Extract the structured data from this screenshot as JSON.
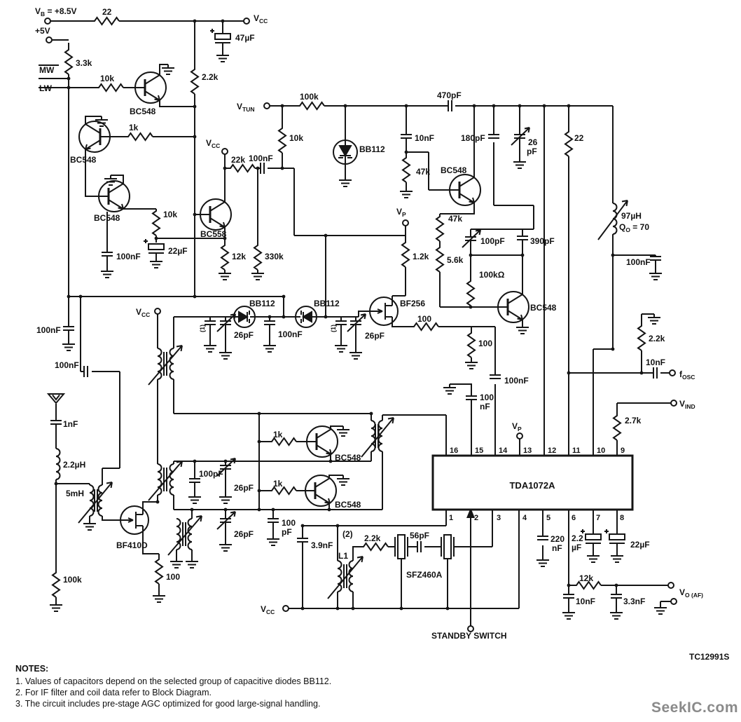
{
  "drawing": {
    "id": "TC12991S",
    "watermark": "SeekIC.com"
  },
  "notes": {
    "heading": "NOTES:",
    "items": [
      "1. Values of capacitors depend on the selected group of capacitive diodes BB112.",
      "2. For IF filter and coil data refer to Block Diagram.",
      "3. The circuit includes pre-stage AGC optimized for good large-signal handling."
    ]
  },
  "ic": {
    "name": "TDA1072A",
    "pins_top": [
      "16",
      "15",
      "14",
      "13",
      "12",
      "11",
      "10",
      "9"
    ],
    "pins_bottom": [
      "1",
      "2",
      "3",
      "4",
      "5",
      "6",
      "7",
      "8"
    ]
  },
  "terminals": {
    "vb": {
      "base": "V",
      "sub": "B",
      "rest": " = +8.5V"
    },
    "plus5": "+5V",
    "mw": "MW",
    "lw": "LW",
    "vcc": {
      "base": "V",
      "sub": "CC"
    },
    "vtun": {
      "base": "V",
      "sub": "TUN"
    },
    "vp": {
      "base": "V",
      "sub": "P"
    },
    "fosc": {
      "base": "f",
      "sub": "OSC"
    },
    "vind": {
      "base": "V",
      "sub": "IND"
    },
    "voaf": {
      "base": "V",
      "sub": "O (AF)"
    },
    "standby": "STANDBY SWITCH"
  },
  "parts": {
    "r22_top": "22",
    "c47u": "47µF",
    "r3k3": "3.3k",
    "r10k_a": "10k",
    "q1": "BC548",
    "r2k2_a": "2.2k",
    "r1k_a": "1k",
    "q2": "BC548",
    "q3": "BC548",
    "r10k_b": "10k",
    "c100n_a": "100nF",
    "c22u_a": "22µF",
    "q4": "BC558",
    "r12k_a": "12k",
    "r330k": "330k",
    "r22k": "22k",
    "c100n_b": "100nF",
    "r100k_a": "100k",
    "r10k_c": "10k",
    "d1": "BB112",
    "c10n_a": "10nF",
    "r47k_a": "47k",
    "q5": "BC548",
    "c470p": "470pF",
    "c180p": "180pF",
    "c26p_a_1": "26",
    "c26p_a_2": "pF",
    "r22_b": "22",
    "r47k_b": "47k",
    "r1k2": "1.2k",
    "r5k6": "5.6k",
    "c100p_a": "100pF",
    "c390p": "390pF",
    "r100k_b": "100kΩ",
    "q6": "BC548",
    "l97u": "97µH",
    "q0_base": "Q",
    "q0_sub": "O",
    "q0_rest": " = 70",
    "c100n_g": "100nF",
    "r2k2_b": "2.2k",
    "c10n_b": "10nF",
    "r2k7": "2.7k",
    "d2": "BB112",
    "d3": "BB112",
    "q10": "BF256",
    "note1a": "(1)",
    "note1b": "(1)",
    "c26p_b": "26pF",
    "c100n_e": "100nF",
    "c26p_c": "26pF",
    "r100_a": "100",
    "r100_b": "100",
    "c100n_d": "100nF",
    "c100n_p15_1": "100",
    "c100n_p15_2": "nF",
    "c100n_c": "100nF",
    "c100n_f": "100nF",
    "c1n": "1nF",
    "l2u2": "2.2µH",
    "l5m": "5mH",
    "q9": "BF410D",
    "r100k_c": "100k",
    "r100_c": "100",
    "c100p_b": "100pF",
    "c26p_d": "26pF",
    "r1k_b": "1k",
    "q7": "BC548",
    "r1k_c": "1k",
    "q8": "BC548",
    "c26p_e": "26pF",
    "c100p_c_1": "100",
    "c100p_c_2": "pF",
    "c3n9": "3.9nF",
    "note2": "(2)",
    "l1": "L1",
    "r2k2_c": "2.2k",
    "c56p": "56pF",
    "filt": "SFZ460A",
    "c220n_1": "220",
    "c220n_2": "nF",
    "c2u2_1": "2.2",
    "c2u2_2": "µF",
    "c22u_b": "22µF",
    "r12k_b": "12k",
    "c10n_c": "10nF",
    "c3n3": "3.3nF"
  }
}
